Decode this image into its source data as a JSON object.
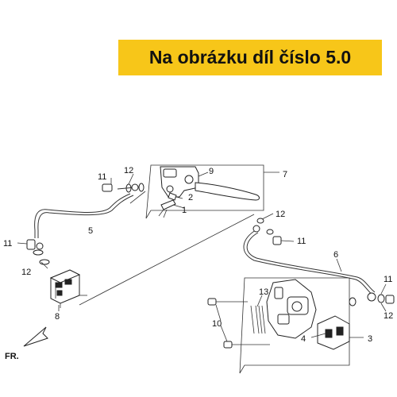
{
  "banner": {
    "text": "Na obrázku díl číslo 5.0"
  },
  "callouts": {
    "c1": "1",
    "c2": "2",
    "c3": "3",
    "c4": "4",
    "c5": "5",
    "c6": "6",
    "c7": "7",
    "c8": "8",
    "c9": "9",
    "c10": "10",
    "c11a": "11",
    "c11b": "11",
    "c11c": "11",
    "c11d": "11",
    "c12a": "12",
    "c12b": "12",
    "c12c": "12",
    "c12d": "12",
    "c13": "13"
  },
  "direction": {
    "fr": "FR."
  }
}
